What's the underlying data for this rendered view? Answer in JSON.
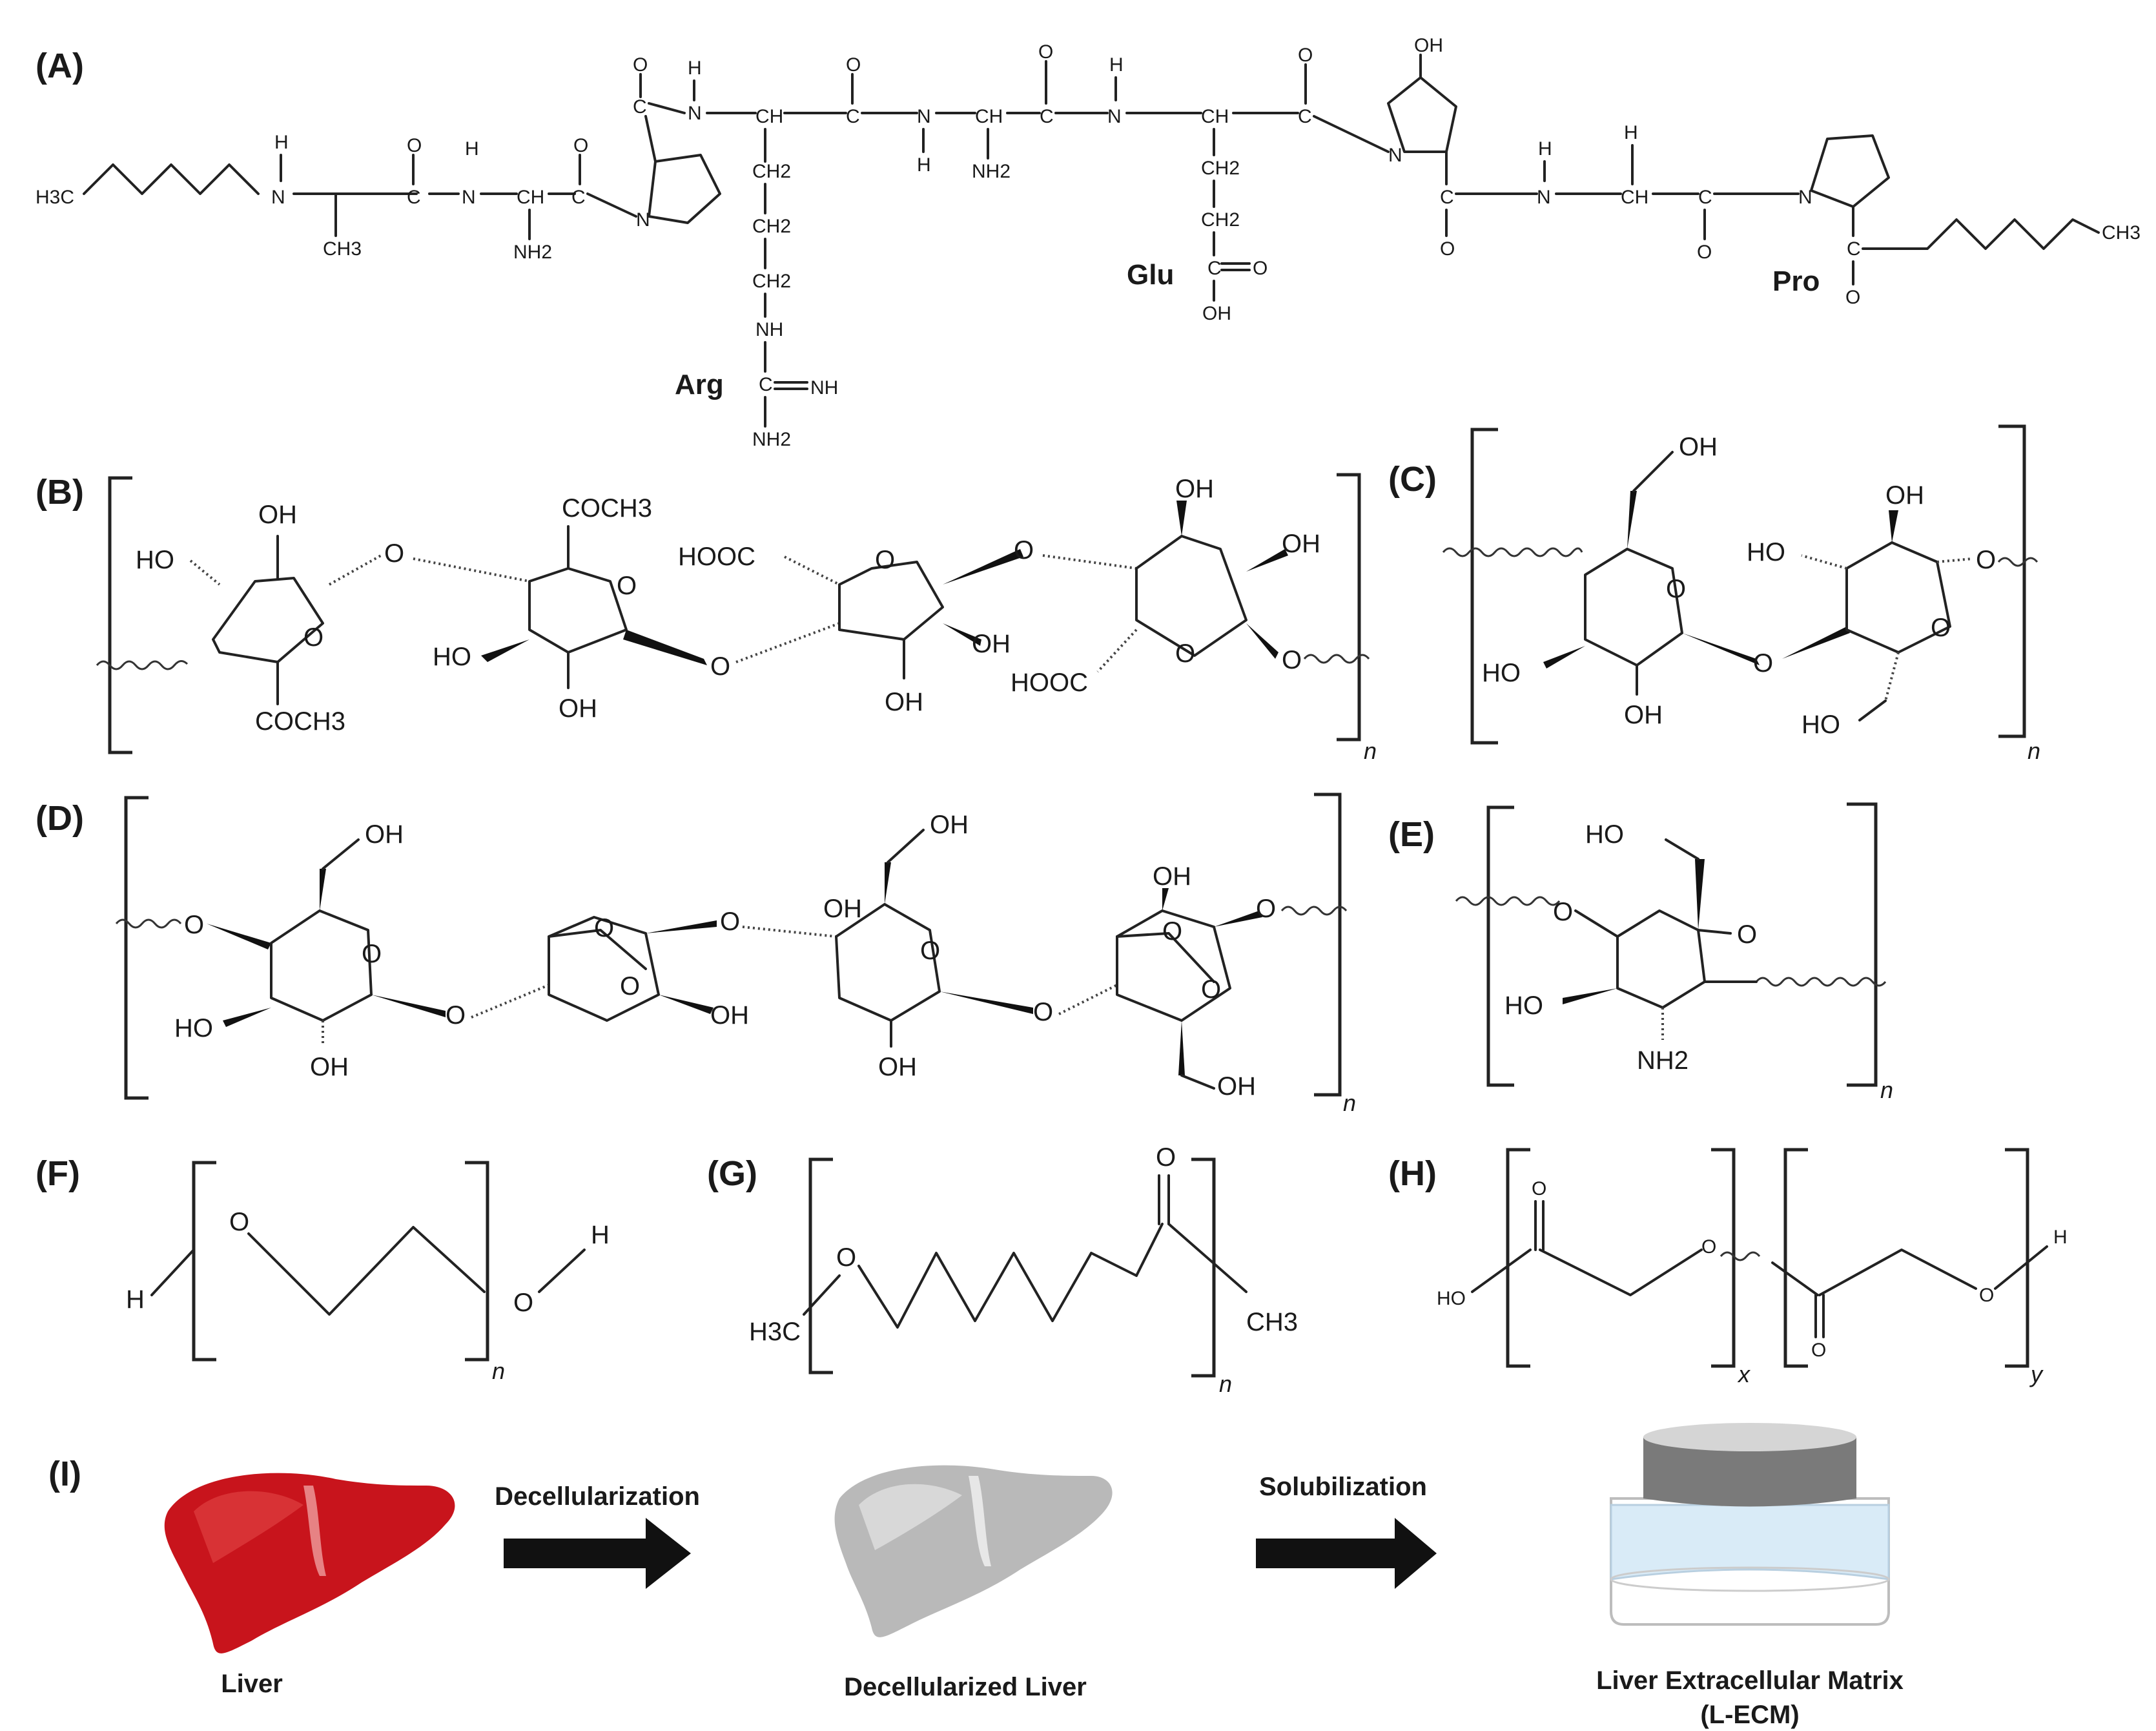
{
  "panels": {
    "A": {
      "label": "(A)",
      "residues": [
        "Arg",
        "Glu",
        "Pro"
      ],
      "atoms": {
        "h3c": "H3C",
        "h": "H",
        "n": "N",
        "ch": "CH",
        "c": "C",
        "o": "O",
        "ch2": "CH2",
        "ch3": "CH3",
        "nh": "NH",
        "nh2": "NH2",
        "oh": "OH"
      }
    },
    "B": {
      "label": "(B)",
      "repeat": "n",
      "atoms": {
        "oh": "OH",
        "ho": "HO",
        "o": "O",
        "coch3": "COCH3",
        "hooc": "HOOC"
      }
    },
    "C": {
      "label": "(C)",
      "repeat": "n",
      "atoms": {
        "oh": "OH",
        "ho": "HO",
        "o": "O"
      }
    },
    "D": {
      "label": "(D)",
      "repeat": "n",
      "atoms": {
        "oh": "OH",
        "ho": "HO",
        "o": "O"
      }
    },
    "E": {
      "label": "(E)",
      "repeat": "n",
      "atoms": {
        "ho": "HO",
        "o": "O",
        "nh2": "NH2"
      }
    },
    "F": {
      "label": "(F)",
      "repeat": "n",
      "atoms": {
        "h": "H",
        "o": "O"
      }
    },
    "G": {
      "label": "(G)",
      "repeat": "n",
      "atoms": {
        "h3c": "H3C",
        "o": "O",
        "ch3": "CH3"
      }
    },
    "H": {
      "label": "(H)",
      "repeat_x": "x",
      "repeat_y": "y",
      "atoms": {
        "ho": "HO",
        "o": "O",
        "h": "H"
      }
    },
    "I": {
      "label": "(I)",
      "steps": [
        {
          "caption": "Liver"
        },
        {
          "caption": "Decellularized Liver"
        },
        {
          "caption_line1": "Liver Extracellular Matrix",
          "caption_line2": "(L-ECM)"
        }
      ],
      "arrows": [
        "Decellularization",
        "Solubilization"
      ]
    }
  },
  "colors": {
    "liver_red": "#c8141c",
    "liver_grey": "#b9b9b9",
    "jar_lid": "#7a7a7a",
    "jar_gel": "#d9ebf7"
  }
}
